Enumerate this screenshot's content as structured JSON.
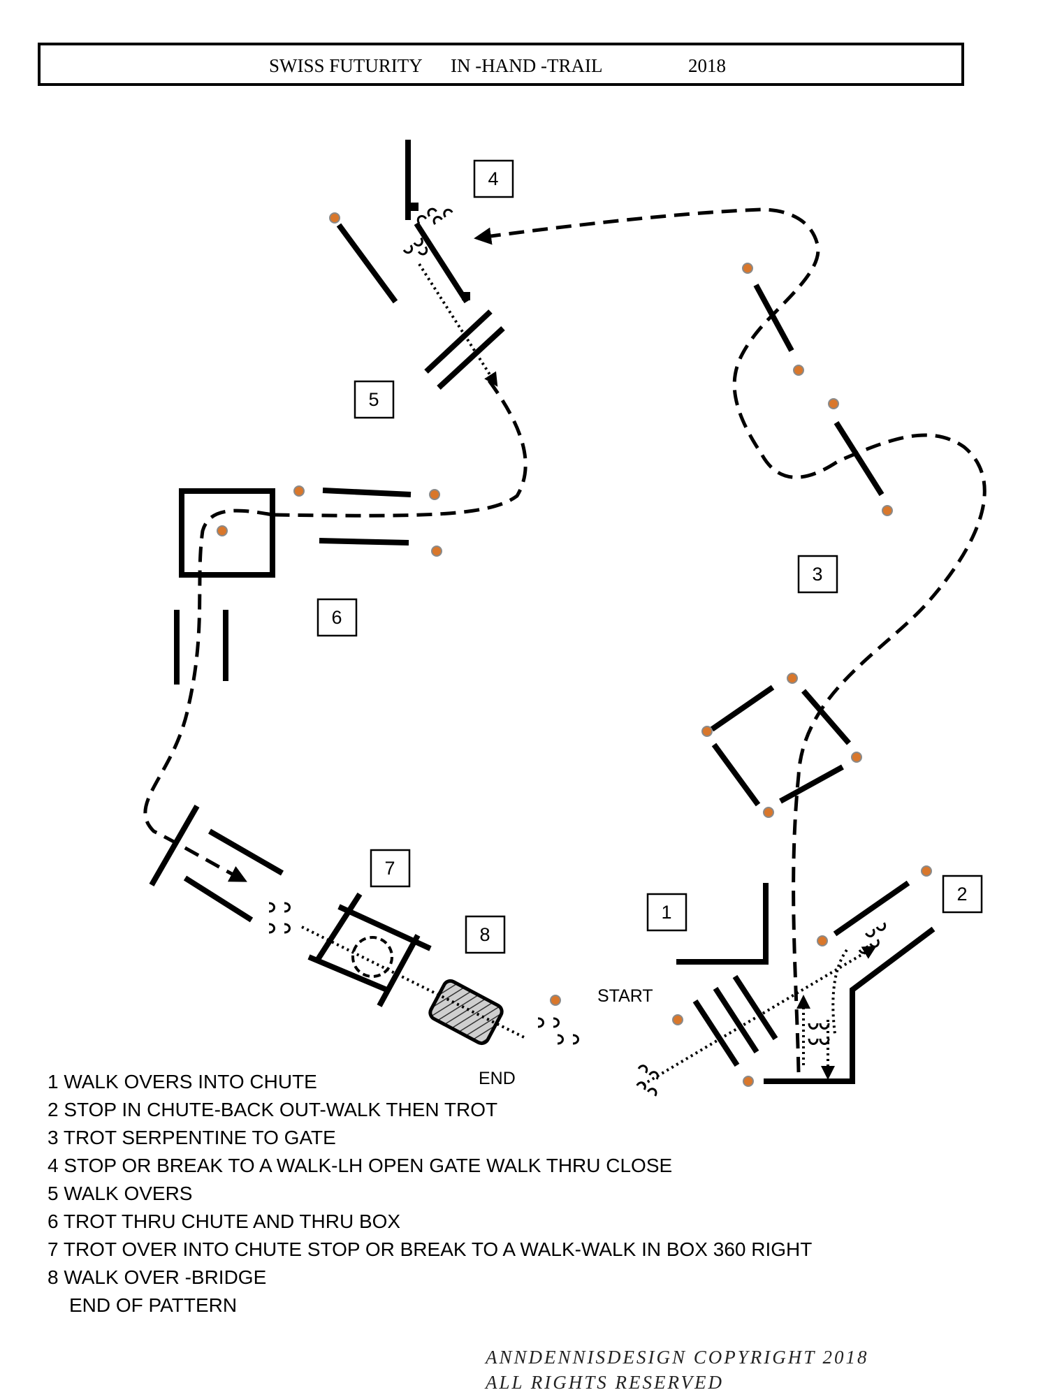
{
  "header": {
    "title_left": "SWISS FUTURITY",
    "title_mid": "IN -HAND -TRAIL",
    "title_year": "2018"
  },
  "obstacle_numbers": [
    "1",
    "2",
    "3",
    "4",
    "5",
    "6",
    "7",
    "8"
  ],
  "labels": {
    "start": "START",
    "end": "END"
  },
  "steps": [
    "1 WALK OVERS INTO CHUTE",
    "2 STOP IN CHUTE-BACK OUT-WALK THEN TROT",
    "3 TROT SERPENTINE TO GATE",
    "4 STOP  OR BREAK TO A WALK-LH OPEN GATE WALK THRU CLOSE",
    "5 WALK OVERS",
    "6 TROT THRU CHUTE AND THRU BOX",
    "7  TROT OVER INTO CHUTE STOP OR BREAK TO A WALK-WALK IN BOX 360 RIGHT",
    "8 WALK OVER -BRIDGE",
    "END OF PATTERN"
  ],
  "footer": {
    "copyright": "ANNDENNISDESIGN COPYRIGHT 2018",
    "rights": "ALL RIGHTS RESERVED"
  },
  "colors": {
    "cone": "#d9772b",
    "line": "#000000"
  }
}
